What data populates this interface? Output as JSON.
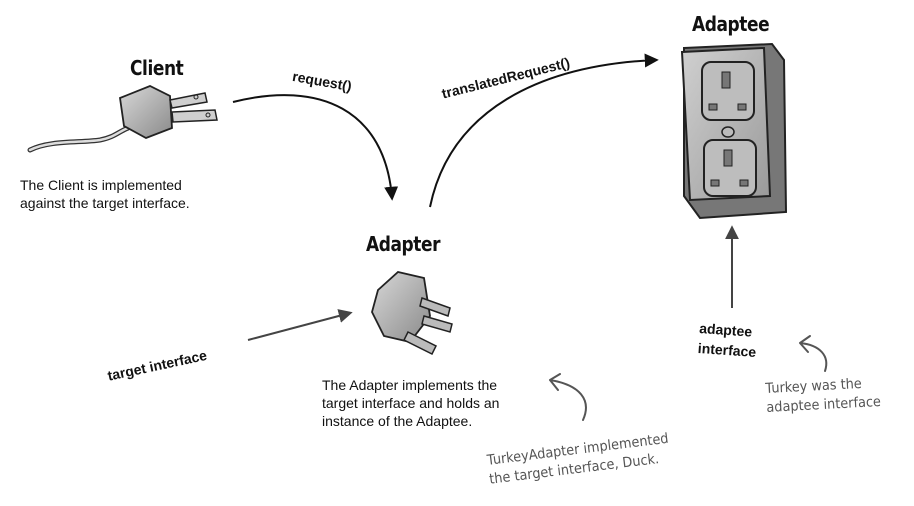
{
  "client": {
    "title": "Client",
    "description_lines": [
      "The Client is implemented",
      "against the target interface."
    ]
  },
  "adapter": {
    "title": "Adapter",
    "description_lines": [
      "The Adapter implements the",
      "target interface and holds an",
      "instance of the Adaptee."
    ]
  },
  "adaptee": {
    "title": "Adaptee"
  },
  "arrows": {
    "request": "request()",
    "translated_request": "translatedRequest()",
    "target_interface": "target interface",
    "adaptee_interface_lines": [
      "adaptee",
      "interface"
    ]
  },
  "notes": {
    "turkey_adapter_lines": [
      "TurkeyAdapter implemented",
      "the target interface, Duck."
    ],
    "turkey_lines": [
      "Turkey was the",
      "adaptee interface"
    ]
  },
  "icons": {
    "client": "plug-icon",
    "adapter": "adapter-plug-icon",
    "adaptee": "wall-socket-icon"
  }
}
